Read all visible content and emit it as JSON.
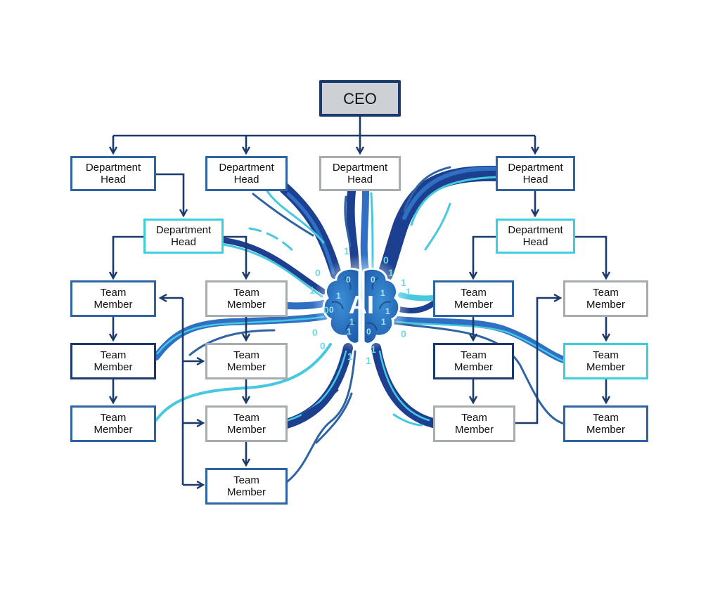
{
  "diagram": {
    "title": "AI-integrated organizational chart",
    "colors": {
      "connector": "#1b3a6b",
      "stream_dark": "#1d3f8f",
      "stream_mid": "#2f6fc4",
      "stream_light": "#45c8e0",
      "box_mid": "#2f64a4",
      "box_dark": "#1b3a6b",
      "box_gray": "#a9acaf",
      "box_cyan": "#3fcfdc",
      "ceo_fill": "#cdd1d6"
    },
    "ceo": {
      "label": "CEO"
    },
    "department_heads": [
      {
        "id": "dh1",
        "line1": "Department",
        "line2": "Head",
        "style": "mid"
      },
      {
        "id": "dh2",
        "line1": "Department",
        "line2": "Head",
        "style": "mid"
      },
      {
        "id": "dh3",
        "line1": "Department",
        "line2": "Head",
        "style": "gray"
      },
      {
        "id": "dh4",
        "line1": "Department",
        "line2": "Head",
        "style": "mid"
      }
    ],
    "sub_department_heads": [
      {
        "id": "sdh-left",
        "line1": "Department",
        "line2": "Head",
        "style": "cyan"
      },
      {
        "id": "sdh-right",
        "line1": "Department",
        "line2": "Head",
        "style": "cyan"
      }
    ],
    "team_members": [
      {
        "id": "tm1",
        "line1": "Team",
        "line2": "Member",
        "style": "mid"
      },
      {
        "id": "tm2",
        "line1": "Team",
        "line2": "Member",
        "style": "dark"
      },
      {
        "id": "tm3",
        "line1": "Team",
        "line2": "Member",
        "style": "mid"
      },
      {
        "id": "tm4",
        "line1": "Team",
        "line2": "Member",
        "style": "gray"
      },
      {
        "id": "tm5",
        "line1": "Team",
        "line2": "Member",
        "style": "gray"
      },
      {
        "id": "tm6",
        "line1": "Team",
        "line2": "Member",
        "style": "gray"
      },
      {
        "id": "tm7",
        "line1": "Team",
        "line2": "Member",
        "style": "mid"
      },
      {
        "id": "tm8",
        "line1": "Team",
        "line2": "Member",
        "style": "mid"
      },
      {
        "id": "tm9",
        "line1": "Team",
        "line2": "Member",
        "style": "dark"
      },
      {
        "id": "tm10",
        "line1": "Team",
        "line2": "Member",
        "style": "gray"
      },
      {
        "id": "tm11",
        "line1": "Team",
        "line2": "Member",
        "style": "gray"
      },
      {
        "id": "tm12",
        "line1": "Team",
        "line2": "Member",
        "style": "cyan"
      },
      {
        "id": "tm13",
        "line1": "Team",
        "line2": "Member",
        "style": "mid"
      }
    ],
    "ai_hub": {
      "label": "AI",
      "icon": "brain-icon",
      "binary_digits": [
        "0",
        "1",
        "1",
        "0",
        "1",
        "0",
        "1",
        "1",
        "1",
        "0",
        "0",
        "1",
        "1",
        "0",
        "1",
        "0",
        "1",
        "1",
        "1",
        "0"
      ]
    }
  }
}
